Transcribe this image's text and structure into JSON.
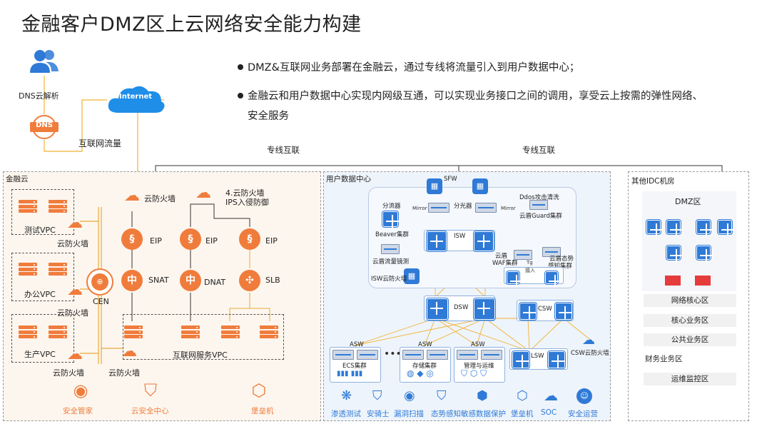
{
  "title": "金融客户DMZ区上云网络安全能力构建",
  "bullets": [
    "DMZ&互联网业务部署在金融云，通过专线将流量引入到用户数据中心；",
    "金融云和用户数据中心实现内网级互通，可以实现业务接口之间的调用，享受云上按需的弹性网络、",
    "安全服务"
  ],
  "top": {
    "dns_label": "DNS云解析",
    "dns_text": "DNS",
    "internet": "Internet",
    "internet_traffic": "互联网流量",
    "line1": "专线互联",
    "line2": "专线互联"
  },
  "fin": {
    "zone": "金融云",
    "vpc_test": "测试VPC",
    "vpc_office": "办公VPC",
    "vpc_prod": "生产VPC",
    "fw1": "云防火墙",
    "fw2": "云防火墙",
    "fw3": "云防火墙",
    "fw4": "云防火墙",
    "fw_top": "云防火墙",
    "fw_ips": "4.云防火墙",
    "ips": "IPS入侵防御",
    "cen": "CEN",
    "eip1": "EIP",
    "eip2": "EIP",
    "eip3": "EIP",
    "snat": "SNAT",
    "dnat": "DNAT",
    "slb": "SLB",
    "inet_vpc": "互联网服务VPC",
    "bottom": [
      "安全管家",
      "云安全中心",
      "堡垒机"
    ]
  },
  "dc": {
    "zone": "用户数据中心",
    "sfw": "SFW",
    "ddos": "Ddos攻击清洗",
    "splitter1": "分流器",
    "splitter2": "分光器",
    "mirror1": "Mirror",
    "mirror2": "Mirror",
    "guard": "云盾Guard集群",
    "beaver": "Beaver集群",
    "flow": "云盾流量镜测",
    "isw_fw": "ISW云防火墙",
    "isw": "ISW",
    "waf": "云盾",
    "waf2": "WAF集群",
    "tg": "Tg",
    "sense": "云盾态势",
    "sense2": "感知集群",
    "access": "接入",
    "dsw": "DSW",
    "csw": "CSW",
    "csw_fw": "CSW云防火墙",
    "asw1": "ASW",
    "asw2": "ASW",
    "asw3": "ASW",
    "lsw": "LSW",
    "ecs": "ECS集群",
    "storage": "存储集群",
    "mgmt": "管理与运维",
    "bottom": [
      "渗透测试",
      "安骑士",
      "漏洞扫描",
      "态势感知",
      "敏感数据保护",
      "堡垒机",
      "SOC",
      "安全运营"
    ]
  },
  "idc": {
    "zone": "其他IDC机房",
    "dmz": "DMZ区",
    "bars": [
      "网络核心区",
      "核心业务区",
      "公共业务区",
      "财务业务区",
      "运维监控区"
    ]
  },
  "colors": {
    "orange": "#f07c3c",
    "blue": "#2f7ad6",
    "gold": "#f2b233"
  }
}
